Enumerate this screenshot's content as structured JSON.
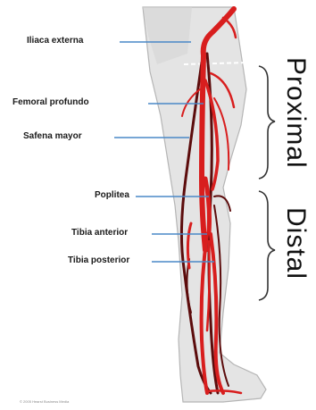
{
  "labels": {
    "iliaca_externa": "Iliaca externa",
    "femoral_profundo": "Femoral profundo",
    "safena_mayor": "Safena mayor",
    "poplitea": "Poplitea",
    "tibia_anterior": "Tibia anterior",
    "tibia_posterior": "Tibia posterior"
  },
  "sections": {
    "proximal": "Proximal",
    "distal": "Distal"
  },
  "credit": "© 2005 Hearst Business Media",
  "colors": {
    "artery": "#d81e1e",
    "vein": "#5c0c0c",
    "skin": "#e4e4e4",
    "skin_outline": "#b5b5b5",
    "leader_line": "#4a88c7",
    "bracket": "#333333"
  }
}
